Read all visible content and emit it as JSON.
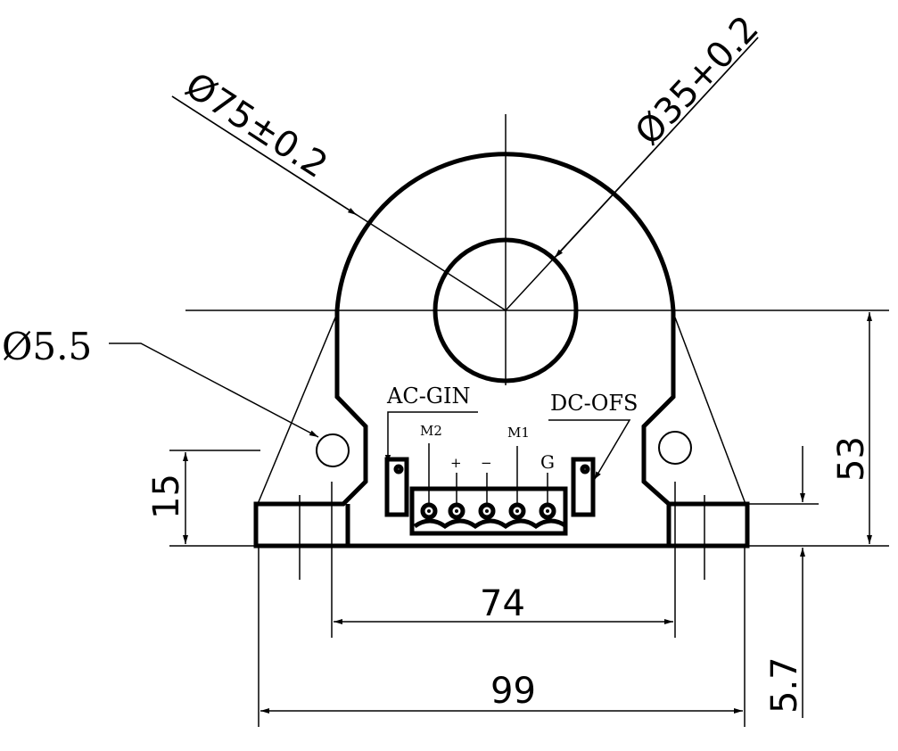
{
  "dimensions": {
    "outer_diameter": "Ø75±0.2",
    "inner_diameter": "Ø35+0.2",
    "hole_diameter": "Ø5.5",
    "height_53": "53",
    "height_15": "15",
    "height_5_7": "5.7",
    "width_74": "74",
    "width_99": "99"
  },
  "labels": {
    "ac_gin": "AC-GIN",
    "dc_ofs": "DC-OFS"
  },
  "pins": [
    "M2",
    "+",
    "−",
    "M1",
    "G"
  ]
}
